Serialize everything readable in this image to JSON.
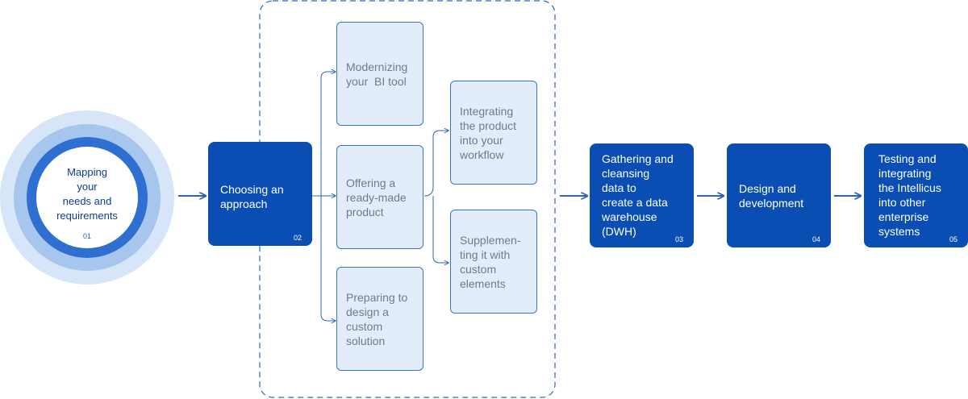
{
  "diagram": {
    "start": {
      "label": [
        "Mapping",
        "your",
        "needs and",
        "requirements"
      ],
      "number": "01"
    },
    "approach": {
      "label": [
        "Choosing an",
        "approach"
      ],
      "number": "02"
    },
    "options": [
      {
        "label": [
          "Modernizing",
          "your  BI tool"
        ]
      },
      {
        "label": [
          "Offering a",
          "ready-made",
          "product"
        ]
      },
      {
        "label": [
          "Preparing to",
          "design a",
          "custom",
          "solution"
        ]
      }
    ],
    "sub_options": [
      {
        "label": [
          "Integrating",
          "the product",
          "into your",
          "workflow"
        ]
      },
      {
        "label": [
          "Supplemen-",
          "ting it with",
          "custom",
          "elements"
        ]
      }
    ],
    "steps": [
      {
        "label": [
          "Gathering and",
          "cleansing",
          "data to",
          "create a data",
          "warehouse",
          "(DWH)"
        ],
        "number": "03"
      },
      {
        "label": [
          "Design and",
          "development"
        ],
        "number": "04"
      },
      {
        "label": [
          "Testing and",
          "integrating",
          "the Intellicus",
          "into other",
          "enterprise",
          "systems"
        ],
        "number": "05"
      }
    ],
    "colors": {
      "dark_box": "#0a4eb3",
      "light_box": "#e3edf9",
      "connector": "#2e64b8",
      "circle_outer": "#d6e6f8",
      "circle_mid": "#a6c6ee",
      "circle_ring": "#2e6fd1"
    }
  }
}
